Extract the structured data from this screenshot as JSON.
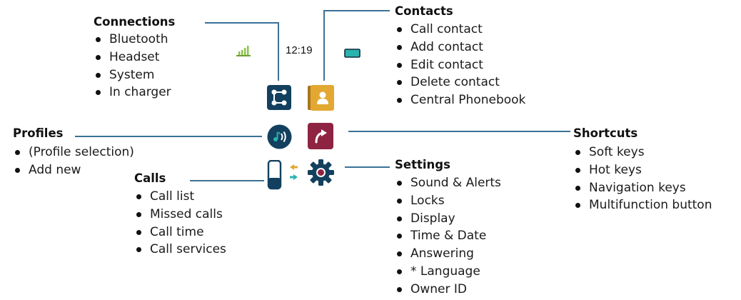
{
  "status_bar": {
    "time": "12:19"
  },
  "groups": {
    "connections": {
      "title": "Connections",
      "items": [
        "Bluetooth",
        "Headset",
        "System",
        "In charger"
      ]
    },
    "contacts": {
      "title": "Contacts",
      "items": [
        "Call contact",
        "Add contact",
        "Edit contact",
        "Delete contact",
        "Central Phonebook"
      ]
    },
    "profiles": {
      "title": "Profiles",
      "items": [
        "(Profile selection)",
        "Add new"
      ]
    },
    "shortcuts": {
      "title": "Shortcuts",
      "items": [
        "Soft keys",
        "Hot keys",
        "Navigation keys",
        "Multifunction button"
      ]
    },
    "calls": {
      "title": "Calls",
      "items": [
        "Call list",
        "Missed calls",
        "Call time",
        "Call services"
      ]
    },
    "settings": {
      "title": "Settings",
      "items": [
        "Sound & Alerts",
        "Locks",
        "Display",
        "Time & Date",
        "Answering",
        "* Language",
        "Owner ID"
      ]
    }
  },
  "icons": {
    "connections": "connections-icon",
    "contacts": "contacts-book-icon",
    "profiles": "profile-speaker-icon",
    "shortcuts": "shortcut-arrow-icon",
    "calls": "calls-phone-icon",
    "settings": "settings-gear-icon",
    "signal": "signal-strength-icon",
    "battery": "battery-icon"
  },
  "colors": {
    "connector_line": "#3a7296",
    "icon_navy": "#12405e",
    "icon_gold": "#e2a832",
    "icon_maroon": "#8e2342",
    "icon_teal": "#2bb3ad",
    "signal_green": "#8bc34a"
  }
}
